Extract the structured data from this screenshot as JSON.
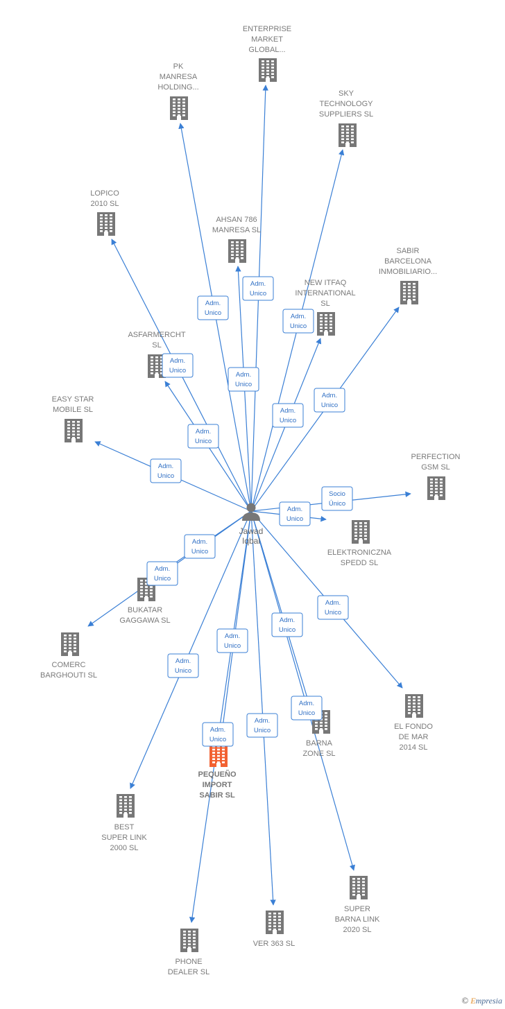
{
  "colors": {
    "edge": "#3a7fd5",
    "building": "#777777",
    "building_highlight": "#f26132",
    "label": "#7a7a7a"
  },
  "person": {
    "name": "Jawad",
    "surname": "Iqbal",
    "icon": "person-icon"
  },
  "companies": [
    {
      "id": "enterprise",
      "lines": [
        "ENTERPRISE",
        "MARKET",
        "GLOBAL..."
      ]
    },
    {
      "id": "pk",
      "lines": [
        "PK",
        "MANRESA",
        "HOLDING..."
      ]
    },
    {
      "id": "sky",
      "lines": [
        "SKY",
        "TECHNOLOGY",
        "SUPPLIERS  SL"
      ]
    },
    {
      "id": "lopico",
      "lines": [
        "LOPICO",
        "2010 SL"
      ]
    },
    {
      "id": "ahsan",
      "lines": [
        "AHSAN 786",
        "MANRESA SL"
      ]
    },
    {
      "id": "sabir",
      "lines": [
        "SABIR",
        "BARCELONA",
        "INMOBILIARIO..."
      ]
    },
    {
      "id": "newitfaq",
      "lines": [
        "NEW ITFAQ",
        "INTERNATIONAL",
        "SL"
      ]
    },
    {
      "id": "asfar",
      "lines": [
        "ASFARMERCHT",
        "SL"
      ]
    },
    {
      "id": "easystar",
      "lines": [
        "EASY STAR",
        "MOBILE  SL"
      ]
    },
    {
      "id": "perfection",
      "lines": [
        "PERFECTION",
        "GSM SL"
      ]
    },
    {
      "id": "elektron",
      "lines": [
        "ELEKTRONICZNA",
        "SPEDD  SL"
      ]
    },
    {
      "id": "bukatar",
      "lines": [
        "BUKATAR",
        "GAGGAWA  SL"
      ]
    },
    {
      "id": "comerc",
      "lines": [
        "COMERC",
        "BARGHOUTI SL"
      ]
    },
    {
      "id": "elfondo",
      "lines": [
        "EL FONDO",
        "DE MAR",
        "2014  SL"
      ]
    },
    {
      "id": "barna",
      "lines": [
        "BARNA",
        "ZONE SL"
      ]
    },
    {
      "id": "pequeno",
      "lines": [
        "PEQUEÑO",
        "IMPORT",
        "SABIR  SL"
      ],
      "highlight": true
    },
    {
      "id": "best",
      "lines": [
        "BEST",
        "SUPER LINK",
        "2000  SL"
      ]
    },
    {
      "id": "superbarna",
      "lines": [
        "SUPER",
        "BARNA LINK",
        "2020  SL"
      ]
    },
    {
      "id": "ver",
      "lines": [
        "VER 363 SL"
      ]
    },
    {
      "id": "phone",
      "lines": [
        "PHONE",
        "DEALER  SL"
      ]
    }
  ],
  "relations": [
    {
      "target": "enterprise",
      "lines": [
        "Adm.",
        "Unico"
      ]
    },
    {
      "target": "pk",
      "lines": [
        "Adm.",
        "Unico"
      ]
    },
    {
      "target": "sky",
      "lines": [
        "Adm.",
        "Unico"
      ]
    },
    {
      "target": "lopico",
      "lines": [
        "Adm.",
        "Unico"
      ]
    },
    {
      "target": "ahsan",
      "lines": [
        "Adm.",
        "Unico"
      ]
    },
    {
      "target": "sabir",
      "lines": [
        "Adm.",
        "Unico"
      ]
    },
    {
      "target": "newitfaq",
      "lines": [
        "Adm.",
        "Unico"
      ]
    },
    {
      "target": "asfar",
      "lines": [
        "Adm.",
        "Unico"
      ]
    },
    {
      "target": "easystar",
      "lines": [
        "Adm.",
        "Unico"
      ]
    },
    {
      "target": "perfection",
      "lines": [
        "Socio",
        "Único"
      ]
    },
    {
      "target": "elektron",
      "lines": [
        "Adm.",
        "Unico"
      ]
    },
    {
      "target": "bukatar",
      "lines": [
        "Adm.",
        "Unico"
      ]
    },
    {
      "target": "comerc",
      "lines": [
        "Adm.",
        "Unico"
      ]
    },
    {
      "target": "elfondo",
      "lines": [
        "Adm.",
        "Unico"
      ]
    },
    {
      "target": "barna",
      "lines": [
        "Adm.",
        "Unico"
      ]
    },
    {
      "target": "pequeno",
      "lines": [
        "Adm.",
        "Unico"
      ]
    },
    {
      "target": "best",
      "lines": [
        "Adm.",
        "Unico"
      ]
    },
    {
      "target": "superbarna",
      "lines": [
        "Adm.",
        "Unico"
      ]
    },
    {
      "target": "ver",
      "lines": [
        "Adm.",
        "Unico"
      ]
    },
    {
      "target": "phone",
      "lines": [
        "Adm.",
        "Unico"
      ]
    }
  ],
  "brand": {
    "copyright": "©",
    "initial": "E",
    "rest": "mpresia"
  }
}
